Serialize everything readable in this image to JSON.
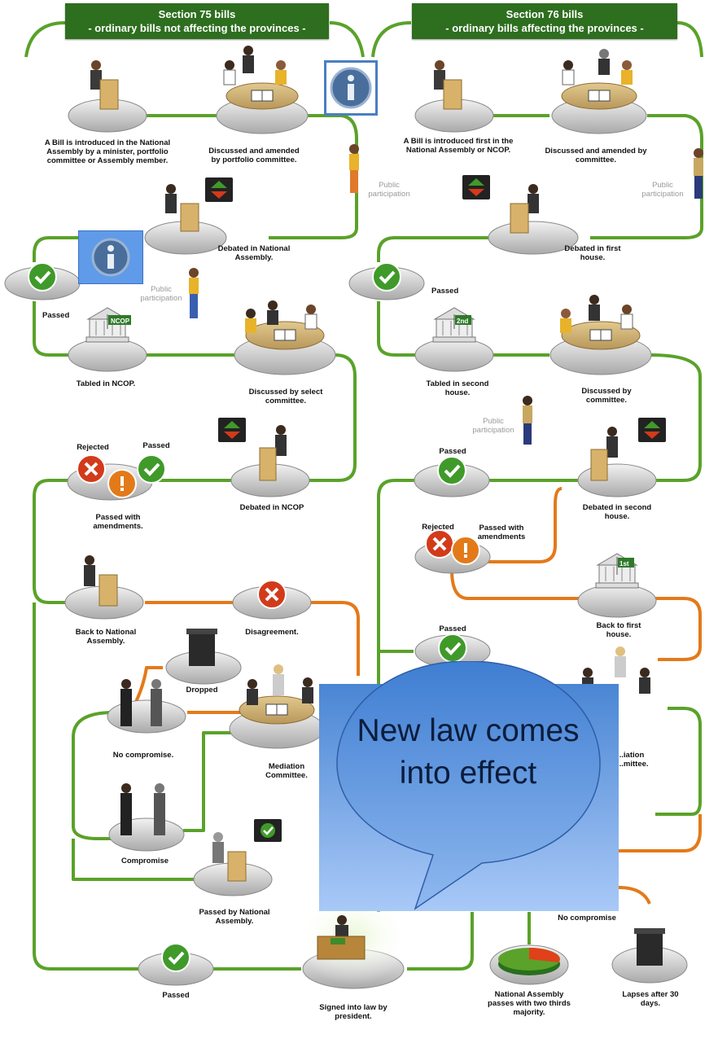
{
  "sections": {
    "s75": {
      "title": "Section 75 bills",
      "subtitle": "- ordinary bills not affecting the provinces -"
    },
    "s76": {
      "title": "Section 76 bills",
      "subtitle": "- ordinary bills affecting the provinces -"
    }
  },
  "left": {
    "introduced": "A Bill is introduced in the National Assembly by a minister, portfolio committee or Assembly member.",
    "discussed": "Discussed and amended by portfolio committee.",
    "public1": "Public participation",
    "debated_na": "Debated in National Assembly.",
    "public2": "Public participation",
    "passed1": "Passed",
    "tabled_ncop": "Tabled in NCOP.",
    "select_committee": "Discussed by select committee.",
    "ncop_flag": "NCOP",
    "rejected": "Rejected",
    "passed2": "Passed",
    "passed_amend": "Passed with amendments.",
    "debated_ncop": "Debated in NCOP",
    "back_na": "Back to National Assembly.",
    "disagreement": "Disagreement.",
    "dropped": "Dropped",
    "no_compromise": "No compromise.",
    "mediation": "Mediation Committee.",
    "compromise": "Compromise",
    "passed_by_na": "Passed by National Assembly.",
    "passed3": "Passed",
    "signed": "Signed into law by president."
  },
  "right": {
    "introduced": "A Bill is introduced first in the National Assembly or NCOP.",
    "discussed": "Discussed and amended by committee.",
    "public1": "Public participation",
    "debated_first": "Debated in first house.",
    "passed1": "Passed",
    "tabled_second": "Tabled in second house.",
    "flag2": "2nd",
    "discussed2": "Discussed by committee.",
    "public2": "Public participation",
    "passed2": "Passed",
    "debated_second": "Debated in second house.",
    "rejected": "Rejected",
    "passed_amend": "Passed with amendments",
    "back_first": "Back to first house.",
    "flag1": "1st",
    "passed3": "Passed",
    "mediation_partial": "...iation ...mittee.",
    "no_compromise": "No compromise",
    "na_two_thirds": "National Assembly passes with two thirds majority.",
    "lapses": "Lapses after 30 days."
  },
  "callout": {
    "text": "New law comes into effect"
  },
  "colors": {
    "green": "#5aa22a",
    "orange": "#e37a1a",
    "section_bg": "#2e6e1f",
    "info_blue": "#4a7fc1",
    "callout_top": "#4a86d4",
    "callout_bottom": "#a9c9f7"
  }
}
